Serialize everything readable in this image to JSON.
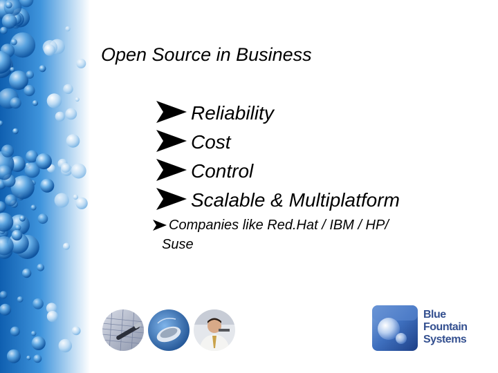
{
  "slide": {
    "title": "Open Source in Business",
    "bullets": [
      {
        "text": "Reliability",
        "icon": "arrow-bullet-icon"
      },
      {
        "text": "Cost",
        "icon": "arrow-bullet-icon"
      },
      {
        "text": "Control",
        "icon": "arrow-bullet-icon"
      },
      {
        "text": "Scalable & Multiplatform",
        "icon": "arrow-bullet-icon"
      }
    ],
    "sub_bullet": {
      "line1": "Companies like Red.Hat / IBM / HP/",
      "line2": "Suse"
    }
  },
  "logo": {
    "line1": "Blue",
    "line2": "Fountain",
    "line3": "Systems"
  },
  "colors": {
    "bubble_blue": "#1a73c9",
    "logo_blue": "#334f8f",
    "arrow_black": "#000000"
  }
}
